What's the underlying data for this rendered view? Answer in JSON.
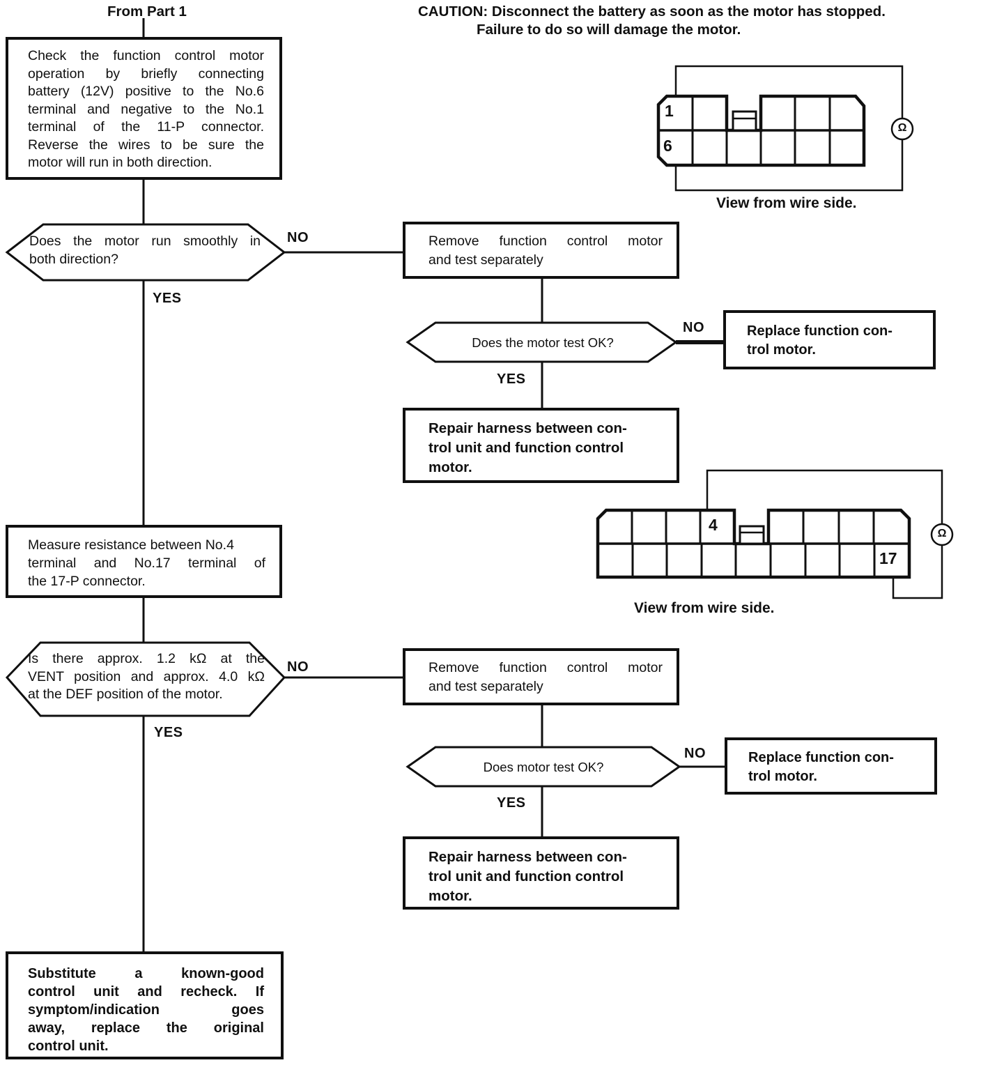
{
  "header": {
    "from_label": "From Part 1",
    "caution_line1": "CAUTION: Disconnect the battery as soon as the motor has stopped.",
    "caution_line2": "Failure to do so will damage the motor."
  },
  "labels": {
    "yes": "YES",
    "no": "NO"
  },
  "nodes": {
    "check_motor": {
      "lines": [
        "Check the function control motor",
        "operation by briefly connecting",
        "battery (12V) positive to the No.6",
        "terminal and negative to the No.1",
        "terminal of the 11-P connector.",
        "Reverse the wires to be sure the",
        "motor will run in both direction."
      ]
    },
    "q_run_smoothly": {
      "lines": [
        "Does the motor run smoothly in",
        "both direction?"
      ]
    },
    "remove_motor_1": {
      "lines": [
        "Remove function control motor",
        "and test separately"
      ]
    },
    "q_motor_test_1": {
      "text": "Does the motor test OK?"
    },
    "replace_motor_1": {
      "lines": [
        "Replace function con-",
        "trol motor."
      ]
    },
    "repair_harness_1": {
      "lines": [
        "Repair harness between con-",
        "trol unit and function control",
        "motor."
      ]
    },
    "measure_resistance": {
      "lines": [
        "Measure resistance between No.4",
        "terminal and No.17 terminal of",
        "the 17-P connector."
      ]
    },
    "q_resistance": {
      "lines": [
        "Is there approx. 1.2 kΩ at the",
        "VENT position and approx. 4.0 kΩ",
        "at the DEF position of the motor."
      ]
    },
    "remove_motor_2": {
      "lines": [
        "Remove function control motor",
        "and test separately"
      ]
    },
    "q_motor_test_2": {
      "text": "Does motor test OK?"
    },
    "replace_motor_2": {
      "lines": [
        "Replace function con-",
        "trol motor."
      ]
    },
    "repair_harness_2": {
      "lines": [
        "Repair harness between con-",
        "trol unit and function control",
        "motor."
      ]
    },
    "substitute": {
      "lines": [
        "Substitute a known-good",
        "control unit and recheck. If",
        "symptom/indication goes",
        "away, replace the original",
        "control unit."
      ]
    }
  },
  "connectors": {
    "c11p": {
      "pin_top": "1",
      "pin_bottom": "6",
      "meter_symbol": "Ω",
      "caption": "View from wire side."
    },
    "c17p": {
      "pin_top": "4",
      "pin_bottom": "17",
      "meter_symbol": "Ω",
      "caption": "View from wire side."
    }
  }
}
